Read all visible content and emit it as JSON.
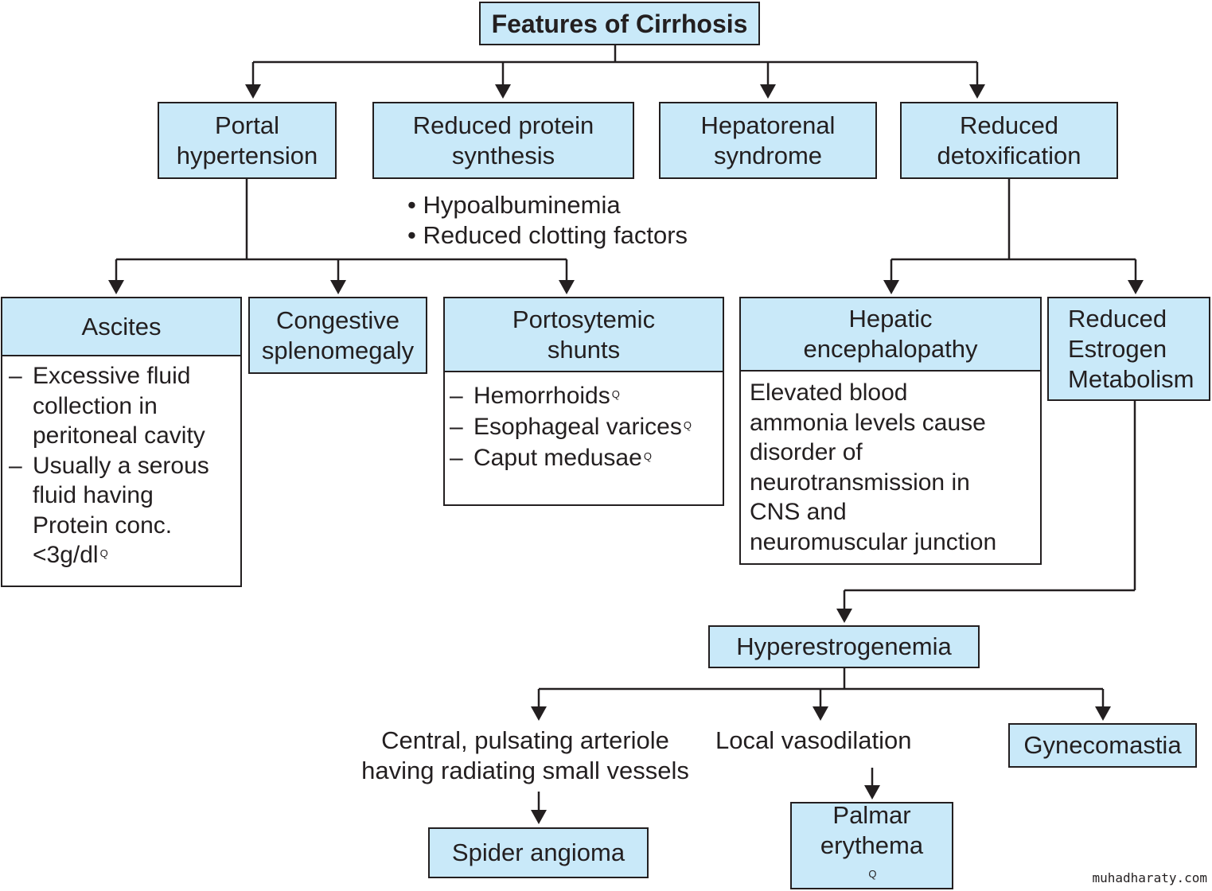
{
  "diagram": {
    "title": "Features of Cirrhosis",
    "level1": {
      "portal_hypertension": [
        "Portal",
        "hypertension"
      ],
      "reduced_protein_synthesis": [
        "Reduced protein",
        "synthesis"
      ],
      "hepatorenal_syndrome": [
        "Hepatorenal",
        "syndrome"
      ],
      "reduced_detoxification": [
        "Reduced",
        "detoxification"
      ]
    },
    "protein_bullets": [
      "• Hypoalbuminemia",
      "• Reduced clotting factors"
    ],
    "ascites": {
      "title": "Ascites",
      "items": [
        {
          "dash": "–",
          "lines": [
            "Excessive fluid",
            "collection in",
            "peritoneal cavity"
          ]
        },
        {
          "dash": "–",
          "lines": [
            "Usually a serous",
            "fluid having",
            "Protein conc."
          ],
          "last": "<3g/dl",
          "sup": "Q"
        }
      ]
    },
    "congestive_splenomegaly": [
      "Congestive",
      "splenomegaly"
    ],
    "portosystemic": {
      "title": [
        "Portosytemic",
        "shunts"
      ],
      "items": [
        {
          "dash": "–",
          "text": "Hemorrhoids",
          "sup": "Q"
        },
        {
          "dash": "–",
          "text": "Esophageal varices",
          "sup": "Q"
        },
        {
          "dash": "–",
          "text": "Caput medusae",
          "sup": "Q"
        }
      ]
    },
    "hepatic_encephalopathy": {
      "title": [
        "Hepatic",
        "encephalopathy"
      ],
      "body": [
        "Elevated blood",
        "ammonia levels cause",
        "disorder of",
        "neurotransmission in",
        "CNS and",
        "neuromuscular junction"
      ]
    },
    "reduced_estrogen": [
      "Reduced",
      "Estrogen",
      "Metabolism"
    ],
    "hyperestrogenemia": "Hyperestrogenemia",
    "arteriole_text": [
      "Central, pulsating arteriole",
      "having radiating small vessels"
    ],
    "local_vasodilation": "Local vasodilation",
    "gynecomastia": "Gynecomastia",
    "spider_angioma": "Spider angioma",
    "palmar_erythema": {
      "lines": [
        "Palmar",
        "erythema"
      ],
      "sup": "Q"
    },
    "watermark": "muhadharaty.com",
    "colors": {
      "box_fill": "#c9e9f9",
      "line": "#231f20"
    }
  }
}
